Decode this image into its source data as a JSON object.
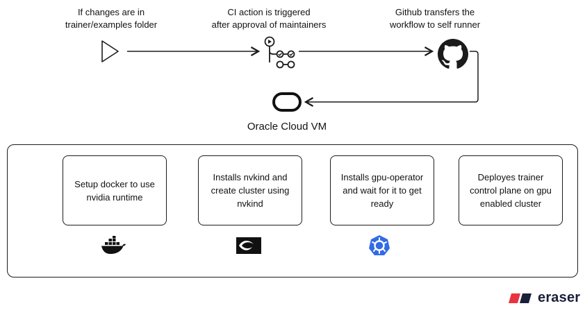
{
  "flow": {
    "trigger_caption": "If changes are in\ntrainer/examples folder",
    "ci_caption": "CI action is triggered\nafter approval of maintainers",
    "github_caption": "Github transfers the\nworkflow to self runner"
  },
  "vm": {
    "label": "Oracle Cloud VM",
    "steps": [
      {
        "text": "Setup docker to use\nnvidia runtime",
        "icon": "docker-icon"
      },
      {
        "text": "Installs nvkind and\ncreate cluster using\nnvkind",
        "icon": "nvidia-icon"
      },
      {
        "text": "Installs gpu-operator\nand wait for it to get\nready",
        "icon": "kubernetes-icon"
      },
      {
        "text": "Deployes trainer\ncontrol plane on gpu\nenabled cluster",
        "icon": null
      }
    ]
  },
  "colors": {
    "stroke": "#1b1b1b",
    "kubernetes": "#326ce5",
    "eraser_red": "#e8343f",
    "eraser_navy": "#1a1f3a"
  },
  "branding": {
    "text": "eraser"
  }
}
